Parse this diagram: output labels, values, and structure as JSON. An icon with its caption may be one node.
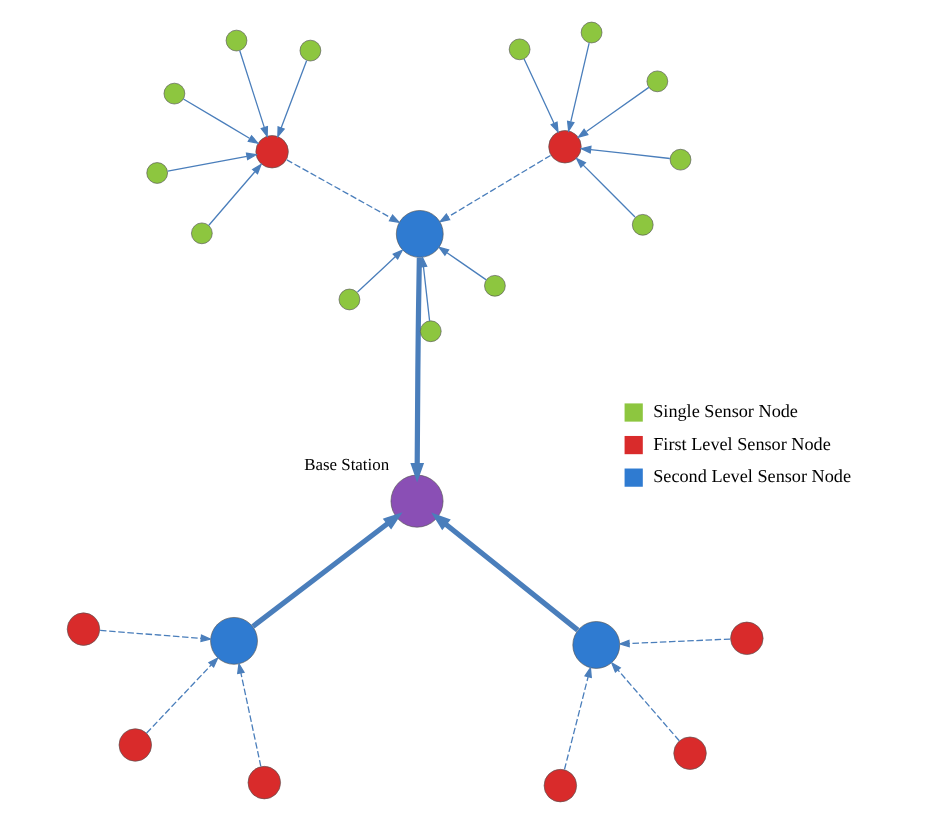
{
  "diagram": {
    "nodes": [
      {
        "text": [],
        "shape": "circle",
        "beside": [
          "Base Station"
        ]
      },
      {
        "text": [],
        "shape": "circle"
      },
      {
        "text": [],
        "shape": "circle"
      },
      {
        "text": [],
        "shape": "circle"
      },
      {
        "text": [],
        "shape": "circle"
      },
      {
        "text": [],
        "shape": "circle"
      },
      {
        "text": [],
        "shape": "circle"
      },
      {
        "text": [],
        "shape": "circle"
      },
      {
        "text": [],
        "shape": "circle"
      },
      {
        "text": [],
        "shape": "circle"
      },
      {
        "text": [],
        "shape": "circle"
      },
      {
        "text": [],
        "shape": "circle"
      },
      {
        "text": [],
        "shape": "circle"
      },
      {
        "text": [],
        "shape": "circle"
      },
      {
        "text": [],
        "shape": "circle"
      },
      {
        "text": [],
        "shape": "circle"
      },
      {
        "text": [],
        "shape": "circle"
      },
      {
        "text": [],
        "shape": "circle"
      },
      {
        "text": [],
        "shape": "circle"
      },
      {
        "text": [],
        "shape": "circle"
      },
      {
        "text": [],
        "shape": "circle"
      },
      {
        "text": [],
        "shape": "circle"
      },
      {
        "text": [],
        "shape": "circle"
      },
      {
        "text": [],
        "shape": "circle"
      },
      {
        "text": [],
        "shape": "circle"
      }
    ],
    "edges": [
      {
        "from": 1,
        "to": 0,
        "arrow": "to",
        "style": "thick"
      },
      {
        "from": 2,
        "to": 1,
        "arrow": "to",
        "style": "dashed"
      },
      {
        "from": 3,
        "to": 1,
        "arrow": "to",
        "style": "dashed"
      },
      {
        "from": 4,
        "to": 1,
        "arrow": "to",
        "style": "dashed"
      },
      {
        "from": 5,
        "to": 0,
        "arrow": "to",
        "style": "thick"
      },
      {
        "from": 6,
        "to": 5,
        "arrow": "to",
        "style": "dashed"
      },
      {
        "from": 7,
        "to": 5,
        "arrow": "to",
        "style": "dashed"
      },
      {
        "from": 8,
        "to": 5,
        "arrow": "to",
        "style": "dashed"
      },
      {
        "from": 9,
        "to": 0,
        "arrow": "to",
        "style": "thick"
      },
      {
        "from": 10,
        "to": 9,
        "arrow": "to"
      },
      {
        "from": 11,
        "to": 9,
        "arrow": "to"
      },
      {
        "from": 12,
        "to": 9,
        "arrow": "to"
      },
      {
        "from": 13,
        "to": 9,
        "arrow": "to",
        "style": "dashed"
      },
      {
        "from": 19,
        "to": 9,
        "arrow": "to",
        "style": "dashed"
      },
      {
        "from": 14,
        "to": 13,
        "arrow": "to"
      },
      {
        "from": 15,
        "to": 13,
        "arrow": "to"
      },
      {
        "from": 16,
        "to": 13,
        "arrow": "to"
      },
      {
        "from": 17,
        "to": 13,
        "arrow": "to"
      },
      {
        "from": 18,
        "to": 13,
        "arrow": "to"
      },
      {
        "from": 20,
        "to": 19,
        "arrow": "to"
      },
      {
        "from": 21,
        "to": 19,
        "arrow": "to"
      },
      {
        "from": 22,
        "to": 19,
        "arrow": "to"
      },
      {
        "from": 23,
        "to": 19,
        "arrow": "to"
      },
      {
        "from": 24,
        "to": 19,
        "arrow": "to"
      }
    ],
    "legend": [
      {
        "text": "Single Sensor Node",
        "color": "#8dc63f"
      },
      {
        "text": "First Level Sensor Node",
        "color": "#d92b2b"
      },
      {
        "text": "Second Level Sensor Node",
        "color": "#2f7bd1"
      }
    ]
  }
}
